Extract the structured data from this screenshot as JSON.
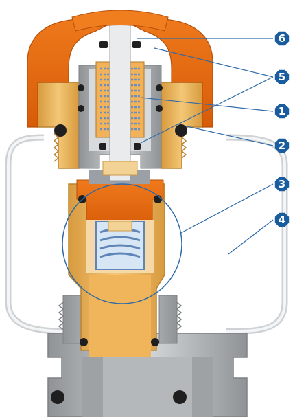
{
  "callouts": [
    {
      "number": "6"
    },
    {
      "number": "5"
    },
    {
      "number": "1"
    },
    {
      "number": "2"
    },
    {
      "number": "3"
    },
    {
      "number": "4"
    }
  ],
  "colors": {
    "cap_orange": "#e86a10",
    "brass": "#e9b460",
    "steel_grey": "#b9bcbf",
    "badge_blue": "#1a5d9f",
    "leader_line": "#2f6aa8",
    "spring_blue": "#5f84b8",
    "seal_black": "#1f1f1f"
  }
}
